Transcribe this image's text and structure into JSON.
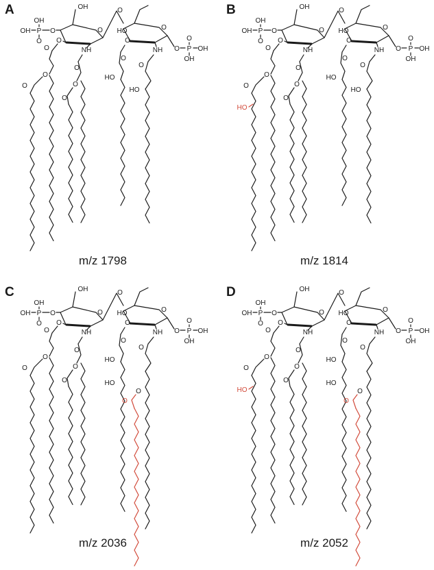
{
  "figure": {
    "colors": {
      "bond": "#1a1a1a",
      "modification": "#d24a3a"
    },
    "atom_labels": {
      "OH": "OH",
      "HO": "HO",
      "O": "O",
      "P": "P",
      "NH": "NH"
    },
    "panels": [
      {
        "id": "A",
        "label": "A",
        "mz": "m/z 1798",
        "hydroxylated": false,
        "extra_chain": false
      },
      {
        "id": "B",
        "label": "B",
        "mz": "m/z 1814",
        "hydroxylated": true,
        "extra_chain": false
      },
      {
        "id": "C",
        "label": "C",
        "mz": "m/z 2036",
        "hydroxylated": false,
        "extra_chain": true
      },
      {
        "id": "D",
        "label": "D",
        "mz": "m/z 2052",
        "hydroxylated": true,
        "extra_chain": true
      }
    ]
  }
}
